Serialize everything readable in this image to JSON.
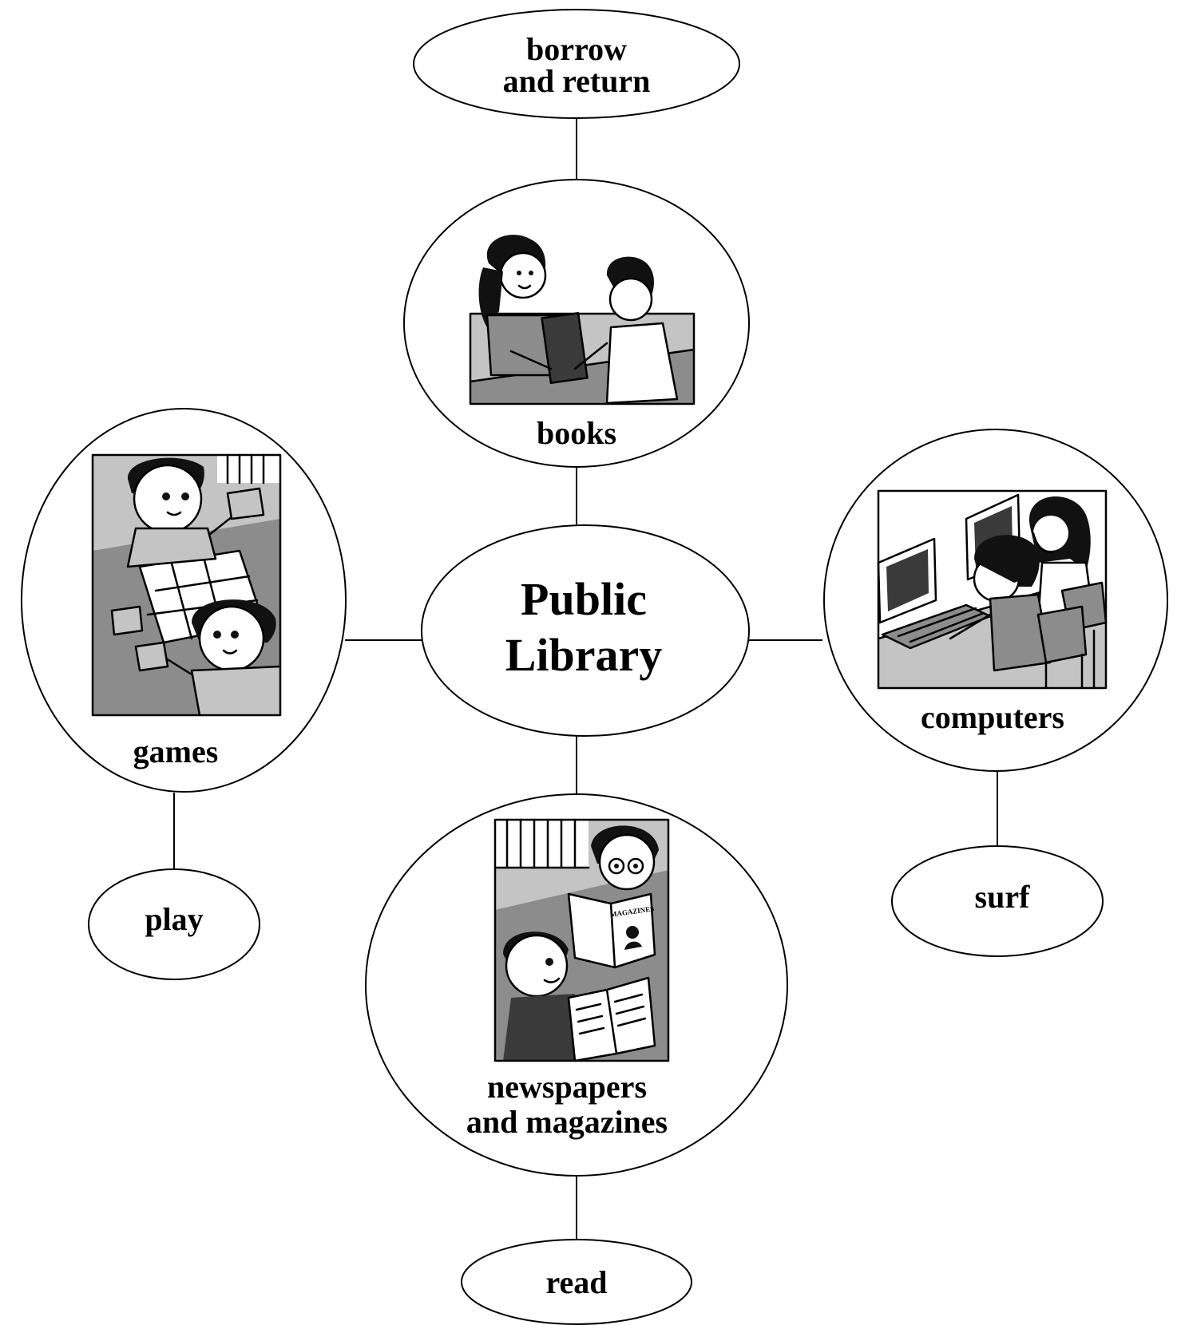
{
  "center": {
    "lines": [
      "Public",
      "Library"
    ]
  },
  "topics": {
    "books": {
      "lines": [
        "books"
      ],
      "picture": "librarian-handing-book-to-boy",
      "action": {
        "lines": [
          "borrow",
          "and return"
        ]
      }
    },
    "games": {
      "lines": [
        "games"
      ],
      "picture": "boys-doing-jigsaw-puzzle",
      "action": {
        "lines": [
          "play"
        ]
      }
    },
    "computers": {
      "lines": [
        "computers"
      ],
      "picture": "children-at-computers",
      "action": {
        "lines": [
          "surf"
        ]
      }
    },
    "newspapers": {
      "lines": [
        "newspapers",
        "and magazines"
      ],
      "picture": "boys-reading-newspaper-and-magazine",
      "magazine_cover_text": "MAGAZINES",
      "action": {
        "lines": [
          "read"
        ]
      }
    }
  },
  "colors": {
    "ink": "#000000",
    "background": "#ffffff",
    "shade_dark": "#3a3a3a",
    "shade_mid": "#8c8c8c",
    "shade_light": "#c4c4c4"
  }
}
